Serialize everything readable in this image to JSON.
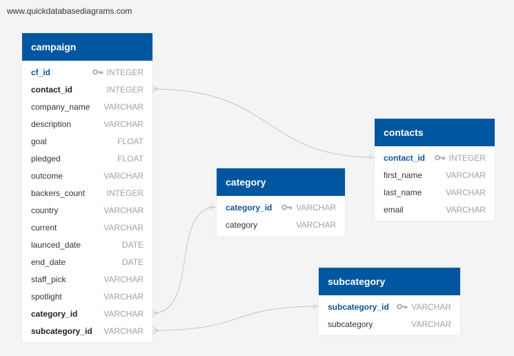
{
  "watermark": "www.quickdatabasediagrams.com",
  "colors": {
    "header": "#0057a0",
    "primary_key_text": "#0b5599",
    "type_text": "#a0a0a0",
    "connector": "#c4c4c4"
  },
  "tables": {
    "campaign": {
      "title": "campaign",
      "columns": [
        {
          "name": "cf_id",
          "type": "INTEGER",
          "key": "pk"
        },
        {
          "name": "contact_id",
          "type": "INTEGER",
          "key": "fk"
        },
        {
          "name": "company_name",
          "type": "VARCHAR",
          "key": ""
        },
        {
          "name": "description",
          "type": "VARCHAR",
          "key": ""
        },
        {
          "name": "goal",
          "type": "FLOAT",
          "key": ""
        },
        {
          "name": "pledged",
          "type": "FLOAT",
          "key": ""
        },
        {
          "name": "outcome",
          "type": "VARCHAR",
          "key": ""
        },
        {
          "name": "backers_count",
          "type": "INTEGER",
          "key": ""
        },
        {
          "name": "country",
          "type": "VARCHAR",
          "key": ""
        },
        {
          "name": "current",
          "type": "VARCHAR",
          "key": ""
        },
        {
          "name": "launced_date",
          "type": "DATE",
          "key": ""
        },
        {
          "name": "end_date",
          "type": "DATE",
          "key": ""
        },
        {
          "name": "staff_pick",
          "type": "VARCHAR",
          "key": ""
        },
        {
          "name": "spotlight",
          "type": "VARCHAR",
          "key": ""
        },
        {
          "name": "category_id",
          "type": "VARCHAR",
          "key": "fk"
        },
        {
          "name": "subcategory_id",
          "type": "VARCHAR",
          "key": "fk"
        }
      ]
    },
    "contacts": {
      "title": "contacts",
      "columns": [
        {
          "name": "contact_id",
          "type": "INTEGER",
          "key": "pk"
        },
        {
          "name": "first_name",
          "type": "VARCHAR",
          "key": ""
        },
        {
          "name": "last_name",
          "type": "VARCHAR",
          "key": ""
        },
        {
          "name": "email",
          "type": "VARCHAR",
          "key": ""
        }
      ]
    },
    "category": {
      "title": "category",
      "columns": [
        {
          "name": "category_id",
          "type": "VARCHAR",
          "key": "pk"
        },
        {
          "name": "category",
          "type": "VARCHAR",
          "key": ""
        }
      ]
    },
    "subcategory": {
      "title": "subcategory",
      "columns": [
        {
          "name": "subcategory_id",
          "type": "VARCHAR",
          "key": "pk"
        },
        {
          "name": "subcategory",
          "type": "VARCHAR",
          "key": ""
        }
      ]
    }
  },
  "relationships": [
    {
      "from": "campaign.contact_id",
      "to": "contacts.contact_id",
      "from_end": "many",
      "to_end": "one"
    },
    {
      "from": "campaign.category_id",
      "to": "category.category_id",
      "from_end": "many",
      "to_end": "one"
    },
    {
      "from": "campaign.subcategory_id",
      "to": "subcategory.subcategory_id",
      "from_end": "many",
      "to_end": "one"
    }
  ]
}
